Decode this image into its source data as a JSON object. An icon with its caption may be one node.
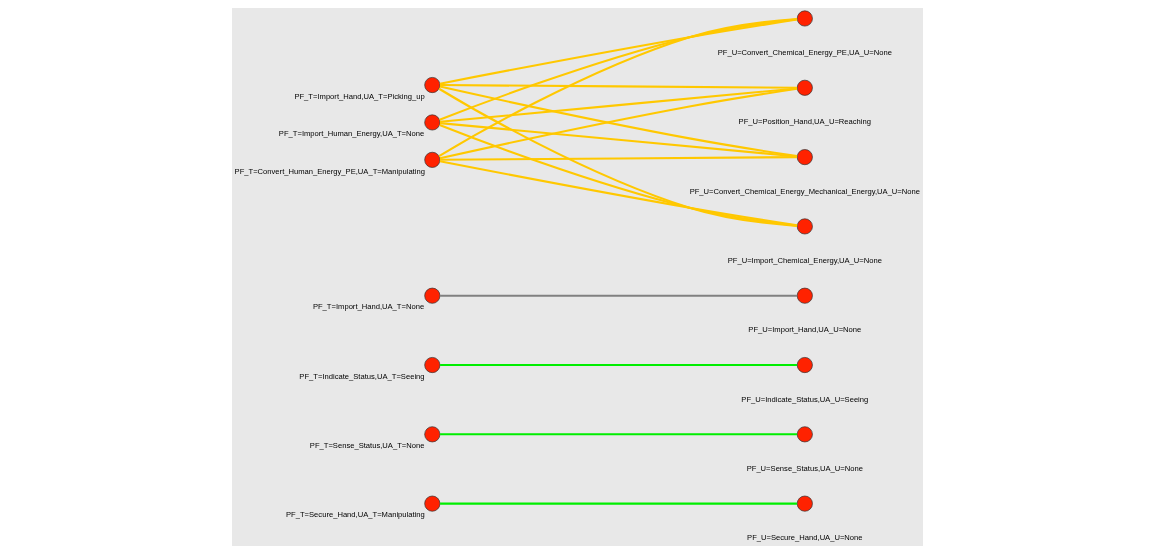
{
  "diagram": {
    "nodes": [
      {
        "text": [],
        "shape": "circle",
        "beside": [
          "PF_T=Convert_Human_Energy_PE,UA_T=Manipulating"
        ]
      },
      {
        "text": [],
        "shape": "circle",
        "beside": [
          "PF_T=Import_Human_Energy,UA_T=None"
        ]
      },
      {
        "text": [],
        "shape": "circle",
        "beside": [
          "PF_T=Import_Hand,UA_T=Picking_up"
        ]
      },
      {
        "text": [],
        "shape": "circle",
        "beside": [
          "PF_T=Import_Hand,UA_T=None"
        ]
      },
      {
        "text": [],
        "shape": "circle",
        "beside": [
          "PF_T=Indicate_Status,UA_T=Seeing"
        ]
      },
      {
        "text": [],
        "shape": "circle",
        "beside": [
          "PF_T=Sense_Status,UA_T=None"
        ]
      },
      {
        "text": [],
        "shape": "circle",
        "beside": [
          "PF_T=Secure_Hand,UA_T=Manipulating"
        ]
      },
      {
        "text": [],
        "shape": "circle",
        "beside": [
          "PF_U=Import_Chemical_Energy,UA_U=None"
        ]
      },
      {
        "text": [],
        "shape": "circle",
        "beside": [
          "PF_U=Convert_Chemical_Energy_Mechanical_Energy,UA_U=None"
        ]
      },
      {
        "text": [],
        "shape": "circle",
        "beside": [
          "PF_U=Position_Hand,UA_U=Reaching"
        ]
      },
      {
        "text": [],
        "shape": "circle",
        "beside": [
          "PF_U=Convert_Chemical_Energy_PE,UA_U=None"
        ]
      },
      {
        "text": [],
        "shape": "circle",
        "beside": [
          "PF_U=Import_Hand,UA_U=None"
        ]
      },
      {
        "text": [],
        "shape": "circle",
        "beside": [
          "PF_U=Indicate_Status,UA_U=Seeing"
        ]
      },
      {
        "text": [],
        "shape": "circle",
        "beside": [
          "PF_U=Sense_Status,UA_U=None"
        ]
      },
      {
        "text": [],
        "shape": "circle",
        "beside": [
          "PF_U=Secure_Hand,UA_U=None"
        ]
      }
    ],
    "edges": [
      {
        "from": 0,
        "to": 7,
        "arrow": "none"
      },
      {
        "from": 0,
        "to": 8,
        "arrow": "none"
      },
      {
        "from": 0,
        "to": 9,
        "arrow": "none"
      },
      {
        "from": 0,
        "to": 10,
        "arrow": "none"
      },
      {
        "from": 1,
        "to": 7,
        "arrow": "none"
      },
      {
        "from": 1,
        "to": 8,
        "arrow": "none"
      },
      {
        "from": 1,
        "to": 9,
        "arrow": "none"
      },
      {
        "from": 1,
        "to": 10,
        "arrow": "none"
      },
      {
        "from": 2,
        "to": 7,
        "arrow": "none"
      },
      {
        "from": 2,
        "to": 8,
        "arrow": "none"
      },
      {
        "from": 2,
        "to": 9,
        "arrow": "none"
      },
      {
        "from": 2,
        "to": 10,
        "arrow": "none"
      },
      {
        "from": 3,
        "to": 11,
        "arrow": "none",
        "color": "#808080"
      },
      {
        "from": 4,
        "to": 12,
        "arrow": "none",
        "color": "#00ee00"
      },
      {
        "from": 5,
        "to": 13,
        "arrow": "none",
        "color": "#00ee00"
      },
      {
        "from": 6,
        "to": 14,
        "arrow": "none",
        "color": "#00ee00"
      }
    ]
  }
}
